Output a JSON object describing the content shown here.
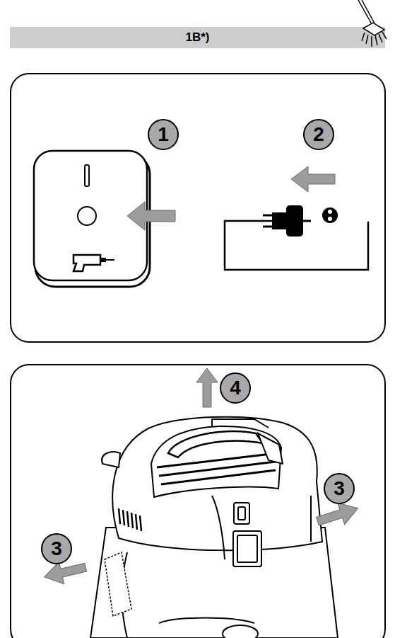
{
  "diagram": {
    "title": "1B*)",
    "nodes": [
      {
        "text": [
          "1"
        ]
      },
      {
        "text": [
          "2"
        ]
      },
      {
        "text": [
          "4"
        ]
      },
      {
        "text": [
          "3"
        ]
      },
      {
        "text": [
          "3"
        ]
      }
    ]
  }
}
